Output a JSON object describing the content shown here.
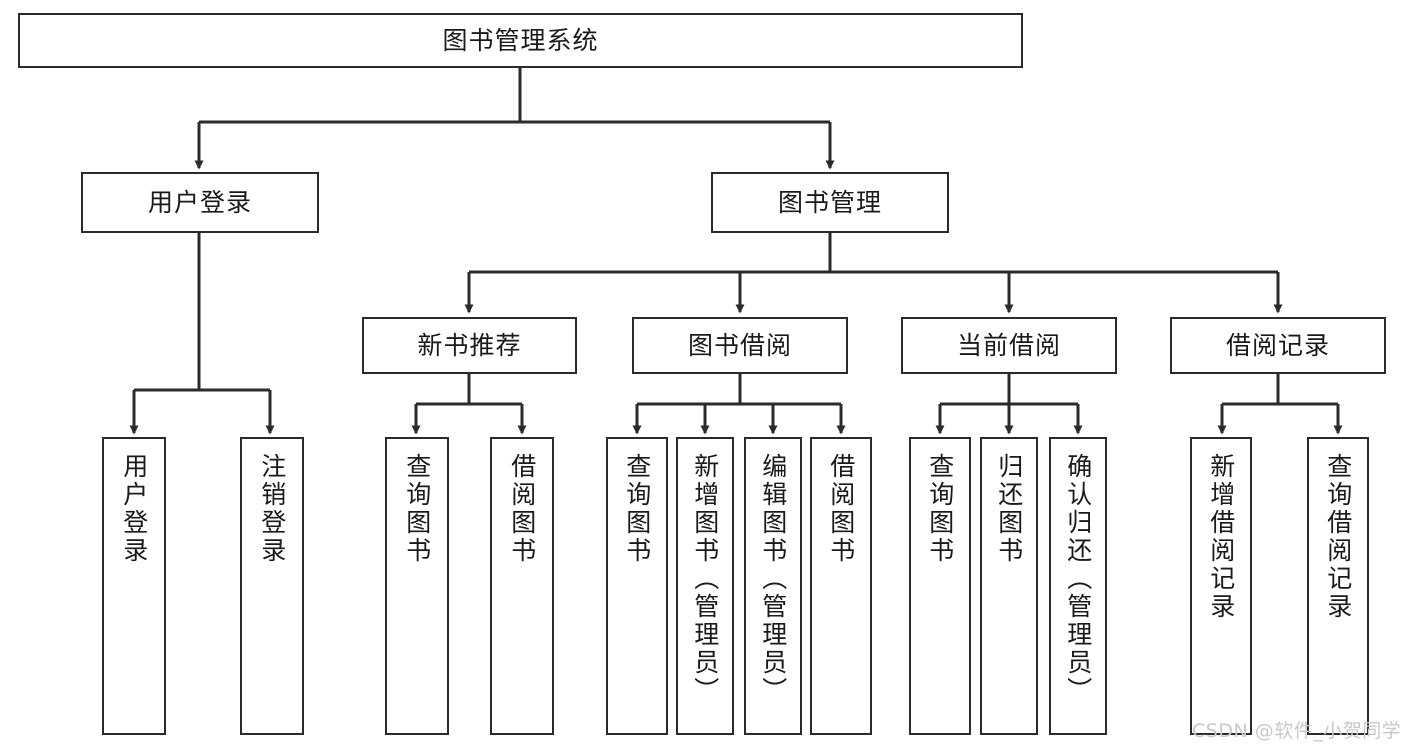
{
  "diagram": {
    "type": "tree-hierarchy-chart",
    "title": "图书管理系统",
    "style": {
      "box_border_color": "#2b2b2b",
      "box_fill_color": "#ffffff",
      "edge_color": "#2b2b2b",
      "text_color": "#1a1a1a",
      "background": "#ffffff",
      "watermark_color": "#c9c9c9"
    },
    "levels": {
      "root": {
        "label": "图书管理系统"
      },
      "level2": [
        {
          "id": "user-login",
          "label": "用户登录"
        },
        {
          "id": "book-management",
          "label": "图书管理"
        }
      ],
      "level3": [
        {
          "id": "new-book-recommend",
          "label": "新书推荐",
          "parent": "book-management"
        },
        {
          "id": "book-borrow",
          "label": "图书借阅",
          "parent": "book-management"
        },
        {
          "id": "current-borrow",
          "label": "当前借阅",
          "parent": "book-management"
        },
        {
          "id": "borrow-record",
          "label": "借阅记录",
          "parent": "book-management"
        }
      ],
      "leaves": [
        {
          "id": "leaf-user-login",
          "label": "用户登录",
          "parent": "user-login"
        },
        {
          "id": "leaf-logout",
          "label": "注销登录",
          "parent": "user-login"
        },
        {
          "id": "leaf-query-book-1",
          "label": "查询图书",
          "parent": "new-book-recommend"
        },
        {
          "id": "leaf-borrow-book-1",
          "label": "借阅图书",
          "parent": "new-book-recommend"
        },
        {
          "id": "leaf-query-book-2",
          "label": "查询图书",
          "parent": "book-borrow"
        },
        {
          "id": "leaf-add-book",
          "label": "新增图书（管理员）",
          "parent": "book-borrow"
        },
        {
          "id": "leaf-edit-book",
          "label": "编辑图书（管理员）",
          "parent": "book-borrow"
        },
        {
          "id": "leaf-borrow-book-2",
          "label": "借阅图书",
          "parent": "book-borrow"
        },
        {
          "id": "leaf-query-book-3",
          "label": "查询图书",
          "parent": "current-borrow"
        },
        {
          "id": "leaf-return-book",
          "label": "归还图书",
          "parent": "current-borrow"
        },
        {
          "id": "leaf-confirm-return",
          "label": "确认归还（管理员）",
          "parent": "current-borrow"
        },
        {
          "id": "leaf-add-record",
          "label": "新增借阅记录",
          "parent": "borrow-record"
        },
        {
          "id": "leaf-query-record",
          "label": "查询借阅记录",
          "parent": "borrow-record"
        }
      ]
    },
    "watermark": "CSDN @软件_小贺同学"
  }
}
